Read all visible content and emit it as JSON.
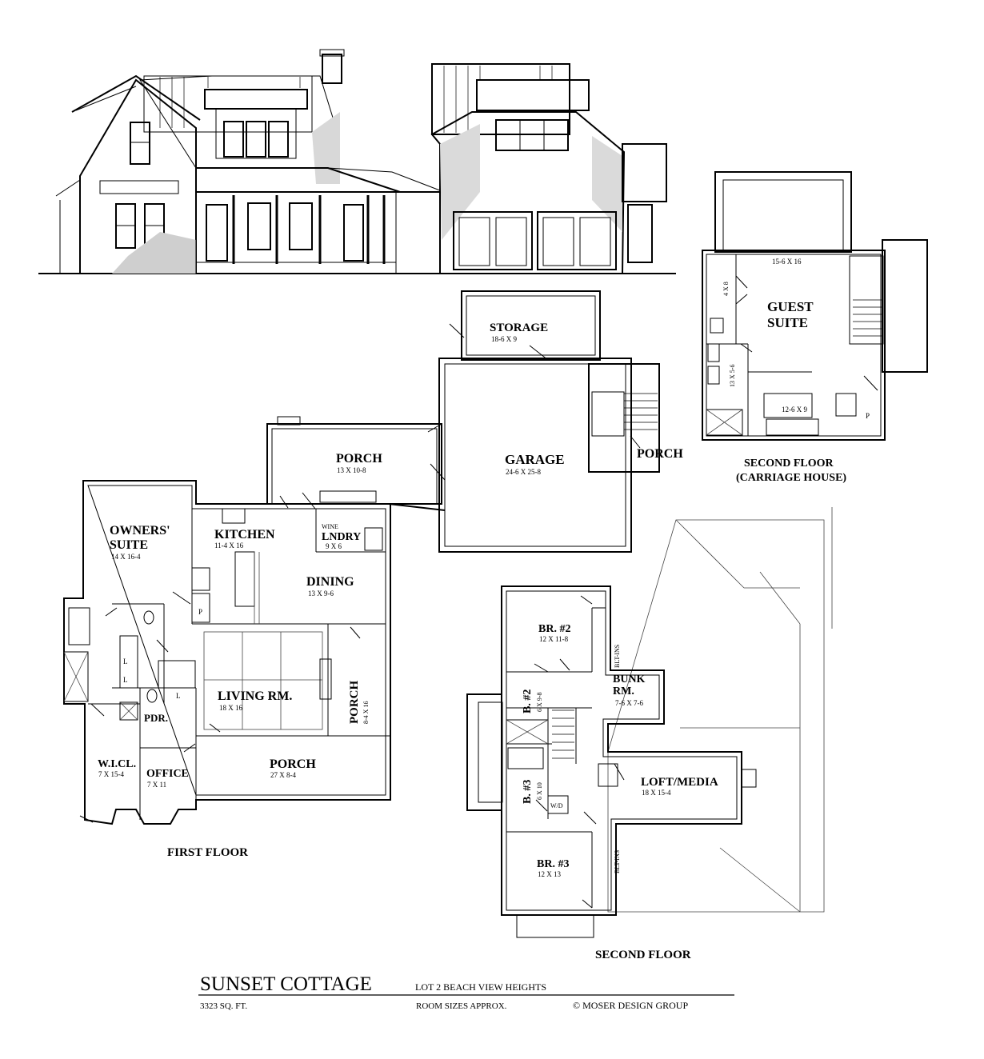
{
  "floors": {
    "first": "FIRST FLOOR",
    "second": "SECOND FLOOR",
    "carriage_title": "SECOND FLOOR",
    "carriage_sub": "(CARRIAGE HOUSE)"
  },
  "rooms": {
    "storage": {
      "name": "STORAGE",
      "size": "18-6 X 9"
    },
    "garage": {
      "name": "GARAGE",
      "size": "24-6 X 25-8"
    },
    "porch_back": {
      "name": "PORCH",
      "size": "13 X 10-8"
    },
    "porch_garage": {
      "name": "PORCH"
    },
    "owners": {
      "name1": "OWNERS'",
      "name2": "SUITE",
      "size": "14 X 16-4"
    },
    "kitchen": {
      "name": "KITCHEN",
      "size": "11-4 X 16"
    },
    "wine": {
      "name": "WINE"
    },
    "laundry": {
      "name": "LNDRY",
      "size": "9 X 6"
    },
    "dining": {
      "name": "DINING",
      "size": "13 X 9-6"
    },
    "living": {
      "name": "LIVING RM.",
      "size": "18 X 16"
    },
    "porch_side": {
      "name": "PORCH",
      "size": "8-4 X 16"
    },
    "porch_front": {
      "name": "PORCH",
      "size": "27 X 8-4"
    },
    "pdr": {
      "name": "PDR."
    },
    "wic": {
      "name": "W.I.CL.",
      "size": "7 X 15-4"
    },
    "office": {
      "name": "OFFICE",
      "size": "7 X 11"
    },
    "guest": {
      "name1": "GUEST",
      "name2": "SUITE",
      "size": "15-6 X 16"
    },
    "carriage_closet": {
      "size": "4 X 8"
    },
    "carriage_bath": {
      "size": "13 X 5-6"
    },
    "carriage_kitchen": {
      "size": "12-6 X 9"
    },
    "br2": {
      "name": "BR. #2",
      "size": "12 X 11-8"
    },
    "bath2": {
      "name": "B. #2",
      "size": "6 X 9-8"
    },
    "bunk": {
      "name1": "BUNK",
      "name2": "RM.",
      "size": "7-6 X 7-6"
    },
    "bath3": {
      "name": "B. #3",
      "size": "6 X 10"
    },
    "loft": {
      "name": "LOFT/MEDIA",
      "size": "18 X 15-4"
    },
    "br3": {
      "name": "BR. #3",
      "size": "12 X 13"
    },
    "bltins_upper": "BLT-INS",
    "bltins_lower": "BLT-INS"
  },
  "fixtures": {
    "pantry": "P",
    "pantry2": "P",
    "linen1": "L",
    "linen2": "L",
    "linen3": "L",
    "washer_dryer": "W/D"
  },
  "title_block": {
    "name": "SUNSET COTTAGE",
    "lot": "LOT 2 BEACH VIEW HEIGHTS",
    "sqft": "3323 SQ. FT.",
    "note": "ROOM SIZES APPROX.",
    "copyright": "© MOSER DESIGN GROUP"
  }
}
